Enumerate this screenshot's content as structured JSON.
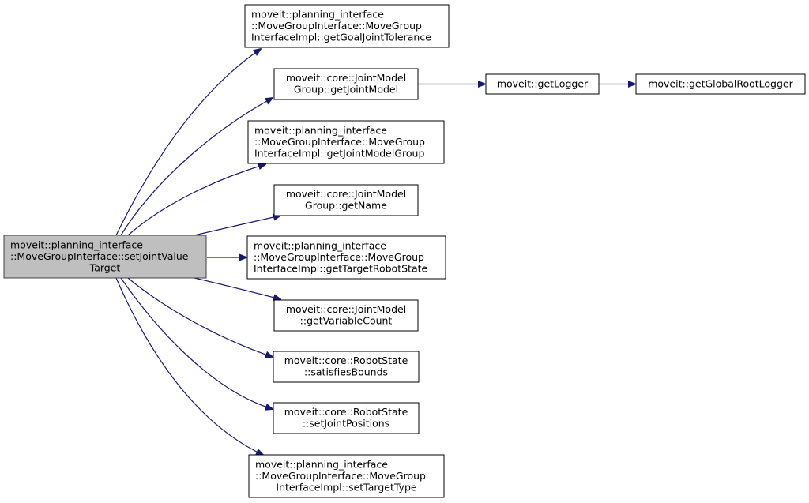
{
  "graph": {
    "type": "call-graph",
    "edge_color": "#191970",
    "root_fill": "#bfbfbf",
    "node_fill": "#ffffff",
    "nodes": [
      {
        "id": "root",
        "lines": [
          "moveit::planning_interface",
          "::MoveGroupInterface::setJointValue",
          "Target"
        ],
        "root": true
      },
      {
        "id": "getGoalJointTolerance",
        "lines": [
          "moveit::planning_interface",
          "::MoveGroupInterface::MoveGroup",
          "InterfaceImpl::getGoalJointTolerance"
        ]
      },
      {
        "id": "getJointModel",
        "lines": [
          "moveit::core::JointModel",
          "Group::getJointModel"
        ]
      },
      {
        "id": "getLogger",
        "lines": [
          "moveit::getLogger"
        ]
      },
      {
        "id": "getGlobalRootLogger",
        "lines": [
          "moveit::getGlobalRootLogger"
        ]
      },
      {
        "id": "getJointModelGroup",
        "lines": [
          "moveit::planning_interface",
          "::MoveGroupInterface::MoveGroup",
          "InterfaceImpl::getJointModelGroup"
        ]
      },
      {
        "id": "getName",
        "lines": [
          "moveit::core::JointModel",
          "Group::getName"
        ]
      },
      {
        "id": "getTargetRobotState",
        "lines": [
          "moveit::planning_interface",
          "::MoveGroupInterface::MoveGroup",
          "InterfaceImpl::getTargetRobotState"
        ]
      },
      {
        "id": "getVariableCount",
        "lines": [
          "moveit::core::JointModel",
          "::getVariableCount"
        ]
      },
      {
        "id": "satisfiesBounds",
        "lines": [
          "moveit::core::RobotState",
          "::satisfiesBounds"
        ]
      },
      {
        "id": "setJointPositions",
        "lines": [
          "moveit::core::RobotState",
          "::setJointPositions"
        ]
      },
      {
        "id": "setTargetType",
        "lines": [
          "moveit::planning_interface",
          "::MoveGroupInterface::MoveGroup",
          "InterfaceImpl::setTargetType"
        ]
      }
    ],
    "edges": [
      {
        "from": "root",
        "to": "getGoalJointTolerance"
      },
      {
        "from": "root",
        "to": "getJointModel"
      },
      {
        "from": "root",
        "to": "getJointModelGroup"
      },
      {
        "from": "root",
        "to": "getName"
      },
      {
        "from": "root",
        "to": "getTargetRobotState"
      },
      {
        "from": "root",
        "to": "getVariableCount"
      },
      {
        "from": "root",
        "to": "satisfiesBounds"
      },
      {
        "from": "root",
        "to": "setJointPositions"
      },
      {
        "from": "root",
        "to": "setTargetType"
      },
      {
        "from": "getJointModel",
        "to": "getLogger"
      },
      {
        "from": "getLogger",
        "to": "getGlobalRootLogger"
      }
    ]
  }
}
